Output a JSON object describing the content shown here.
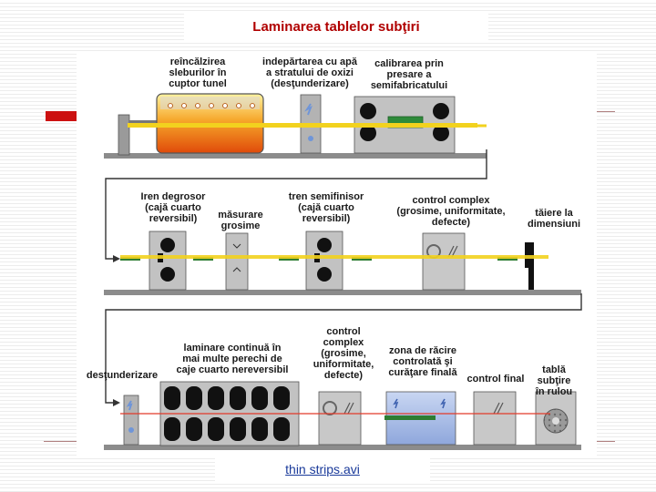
{
  "title": "Laminarea tablelor subţiri",
  "labels": {
    "reincalzirea": "reîncălzirea\nsleburilor în\ncuptor tunel",
    "indepartarea": "indepărtarea cu apă\na stratului de oxizi\n(desţunderizare)",
    "calibrarea": "calibrarea prin\npresare a\nsemifabricatului",
    "iren_degrosor": "Iren degrosor\n(cajă cuarto\nreversibil)",
    "masurare": "măsurare\ngrosime",
    "tren_semifinisor": "tren semifinisor\n(cajă cuarto\nreversibil)",
    "control_complex_1": "control complex\n(grosime, uniformitate,\ndefecte)",
    "taiere": "tăiere la\ndimensiuni",
    "control_complex_2": "control\ncomplex\n(grosime,\nuniformitate,\ndefecte)",
    "laminare_continua": "laminare continuă în\nmai multe perechi de\ncaje cuarto nereversibil",
    "desfunderizare": "desţunderizare",
    "zona_racire": "zona de răcire\ncontrolată şi\ncurăţare finală",
    "control_final": "control final",
    "tabla_rulou": "tablă\nsubţire\nîn rulou"
  },
  "footer_link": "thin strips.avi",
  "colors": {
    "title": "#b00000",
    "deco_red": "#cc1111",
    "strip_yellow": "#f2d21e",
    "strip_red": "#e23a2a",
    "furnace": "#f07a10",
    "machine_gray": "#b3b3b3",
    "water_blue": "#6f95d8",
    "roller_green": "#2e7d32",
    "link": "#1a3a9a"
  }
}
